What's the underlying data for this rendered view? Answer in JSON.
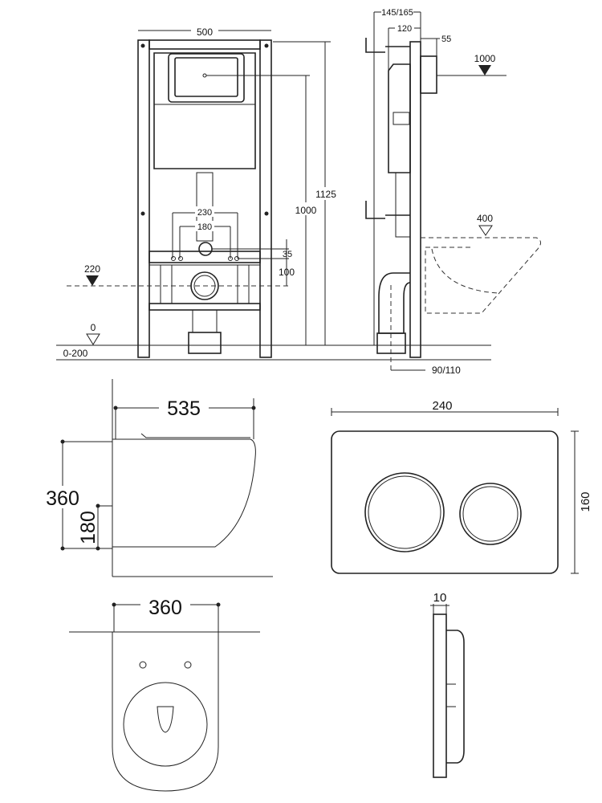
{
  "front_view": {
    "width_label": "500",
    "height_total_label": "1125",
    "height_flush_label": "1000",
    "bolt_spacing_outer_label": "230",
    "bolt_spacing_inner_label": "180",
    "offset_small_label": "35",
    "offset_drain_label": "100",
    "drain_level_label": "220",
    "floor_level_label": "0",
    "floor_adjust_label": "0-200"
  },
  "side_view": {
    "depth_label": "145/165",
    "frame_depth_label": "120",
    "plate_offset_label": "55",
    "flush_level_label": "1000",
    "seat_level_label": "400",
    "foot_label": "90/110"
  },
  "toilet_side": {
    "length_label": "535",
    "height_label": "360",
    "inlet_height_label": "180"
  },
  "flush_plate_front": {
    "width_label": "240",
    "height_label": "160"
  },
  "toilet_top": {
    "width_label": "360"
  },
  "flush_plate_side": {
    "thickness_label": "10"
  }
}
